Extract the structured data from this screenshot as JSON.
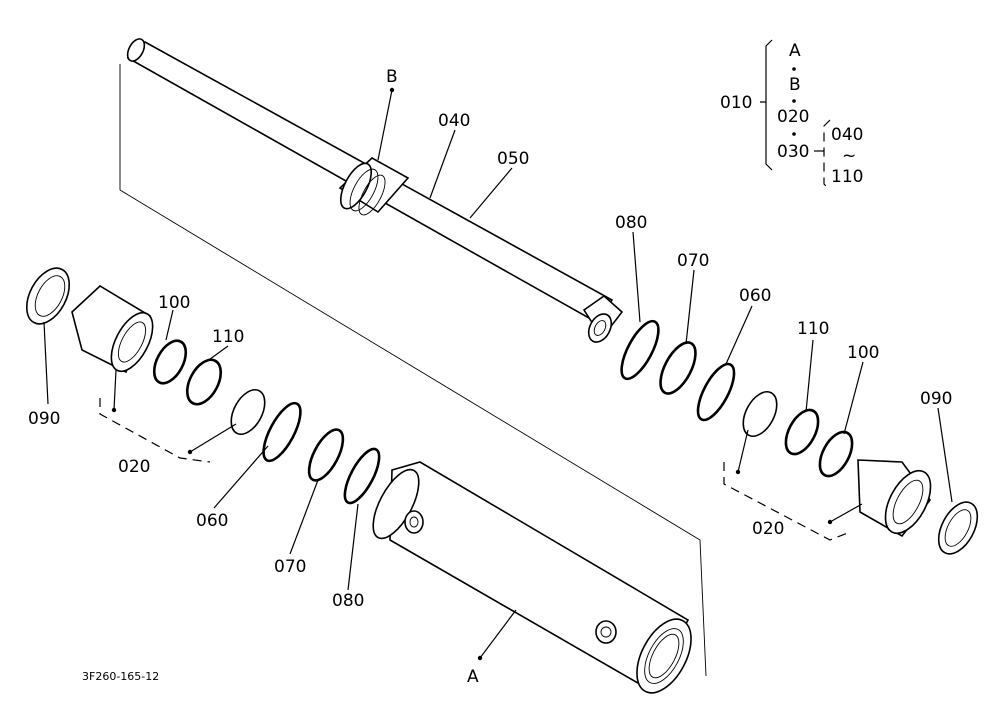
{
  "diagram_id": "3F260-165-12",
  "legend": {
    "assembly": "010",
    "items": [
      "A",
      "B",
      "020",
      "030"
    ],
    "range_from": "040",
    "range_sep": "~",
    "range_to": "110"
  },
  "labels": {
    "B": "B",
    "A": "A",
    "p040": "040",
    "p050": "050",
    "p080_top": "080",
    "p070_top": "070",
    "p060_top": "060",
    "p110_right": "110",
    "p100_right": "100",
    "p090_right": "090",
    "p020_right": "020",
    "p090_left": "090",
    "p100_left": "100",
    "p110_left": "110",
    "p020_left": "020",
    "p060_bottom": "060",
    "p070_bottom": "070",
    "p080_bottom": "080"
  }
}
